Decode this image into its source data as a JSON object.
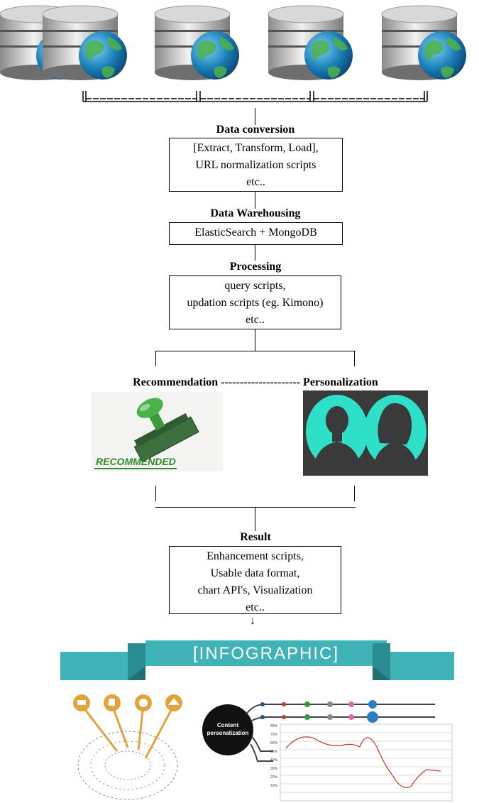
{
  "steps": {
    "conversion": {
      "title": "Data conversion",
      "lines": [
        "[Extract, Transform, Load],",
        "URL normalization scripts",
        "etc.."
      ]
    },
    "warehousing": {
      "title": "Data Warehousing",
      "lines": [
        "ElasticSearch + MongoDB"
      ]
    },
    "processing": {
      "title": "Processing",
      "lines": [
        "query scripts,",
        "updation scripts (eg. Kimono)",
        "etc.."
      ]
    },
    "branch": {
      "left": "Recommendation",
      "connector": "---------------------",
      "right": "Personalization"
    },
    "result": {
      "title": "Result",
      "lines": [
        "Enhancement scripts,",
        "Usable data format,",
        "chart API's, Visualization",
        "etc.."
      ]
    },
    "arrow": "↓"
  },
  "images": {
    "stamp_text": "RECOMMENDED",
    "infographic_banner": "[INFOGRAPHIC]",
    "content_circle": [
      "Content",
      "personalization"
    ],
    "chart_ticks": [
      "80%",
      "70%",
      "60%",
      "50%",
      "40%",
      "30%",
      "20%",
      "10%"
    ]
  },
  "colors": {
    "teal": "#3fb3b8",
    "avatar_bg": "#3a3a3a",
    "avatar_fg": "#2fe0c8",
    "stamp_green": "#2e8b2e",
    "globe": "#1a7fb8",
    "chart_line": "#c0392b"
  }
}
